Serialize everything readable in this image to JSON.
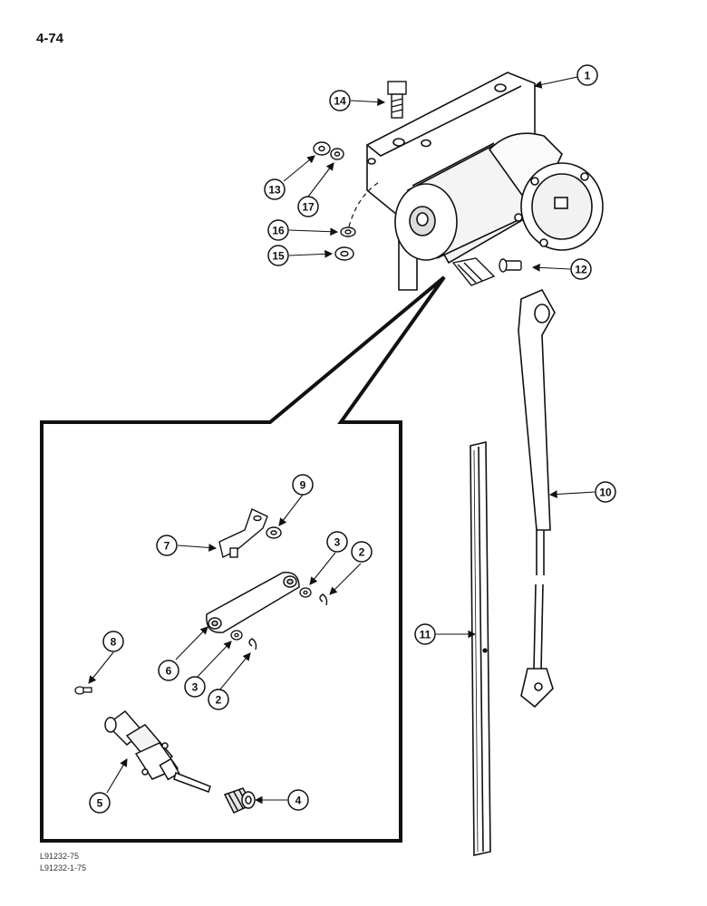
{
  "page_number": "4-74",
  "figure_refs": [
    "L91232-75",
    "L91232-1-75"
  ],
  "callouts": [
    "1",
    "2",
    "2",
    "3",
    "3",
    "4",
    "5",
    "6",
    "7",
    "8",
    "9",
    "10",
    "11",
    "12",
    "13",
    "14",
    "15",
    "16",
    "17"
  ]
}
